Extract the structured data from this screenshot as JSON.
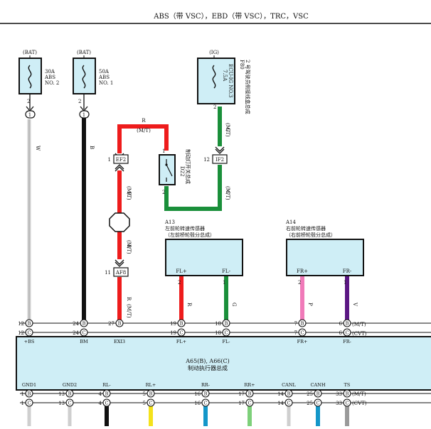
{
  "header": {
    "title": "ABS（带 VSC），EBD（带 VSC），TRC，VSC"
  },
  "fuses": {
    "abs2": {
      "source": "(BAT)",
      "rating": "30A",
      "name1": "ABS",
      "name2": "NO. 2",
      "pin": "2",
      "conn": "1"
    },
    "abs1": {
      "source": "(BAT)",
      "rating": "50A",
      "name1": "ABS",
      "name2": "NO. 1",
      "pin": "2",
      "conn": "1"
    },
    "ecu": {
      "source": "(IG)",
      "rating": "7.5A",
      "name": "ECU-IG NO.3",
      "pin": "2",
      "block_id": "F80",
      "block_name": "2 号驾驶员侧接线盒总成"
    }
  },
  "wire_colors": {
    "white": "W",
    "black": "B",
    "red": "R",
    "green": "G",
    "pink": "P",
    "violet": "V"
  },
  "variant_mt": "(M/T)",
  "variant_cvt": "(CVT)",
  "connectors": {
    "ef2": {
      "pin": "1",
      "id": "EF2"
    },
    "ef8": {
      "pin": "11",
      "id": "AF8"
    },
    "if2": {
      "pin": "12",
      "id": "IF2"
    }
  },
  "switch": {
    "id": "D22",
    "name": "制动灯开关总成",
    "pin_top": "1",
    "pin_bottom": "2"
  },
  "sensors": {
    "left": {
      "id": "A13",
      "name": "左前轮转速传感器",
      "sub": "（左前桥轮毂分总成）",
      "pin1_label": "FL+",
      "pin2_label": "FL-",
      "pin1": "2",
      "pin2": "1"
    },
    "right": {
      "id": "A14",
      "name": "右前轮转速传感器",
      "sub": "（右前桥轮毂分总成）",
      "pin1_label": "FR+",
      "pin2_label": "FR-",
      "pin1": "2",
      "pin2": "1"
    }
  },
  "actuator": {
    "name1": "A65(B), A66(C)",
    "name2": "制动执行器总成",
    "top_pins": [
      {
        "label": "+BS",
        "b": "12",
        "c": "12",
        "bl": "B",
        "cl": "C"
      },
      {
        "label": "BM",
        "b": "24",
        "c": "24",
        "bl": "B",
        "cl": "C"
      },
      {
        "label": "EXI3",
        "b": "27",
        "c": "",
        "bl": "B",
        "cl": ""
      },
      {
        "label": "FL+",
        "b": "19",
        "c": "19",
        "bl": "B",
        "cl": "C"
      },
      {
        "label": "FL-",
        "b": "18",
        "c": "18",
        "bl": "B",
        "cl": "C"
      },
      {
        "label": "FR+",
        "b": "7",
        "c": "7",
        "bl": "B",
        "cl": "C"
      },
      {
        "label": "FR-",
        "b": "6",
        "c": "6",
        "bl": "B",
        "cl": "C"
      }
    ],
    "bottom_pins": [
      {
        "label": "GND1",
        "b": "1",
        "c": "1",
        "bl": "B",
        "cl": "C"
      },
      {
        "label": "GND2",
        "b": "13",
        "c": "13",
        "bl": "B",
        "cl": "C"
      },
      {
        "label": "RL-",
        "b": "4",
        "c": "4",
        "bl": "B",
        "cl": "C"
      },
      {
        "label": "RL+",
        "b": "5",
        "c": "5",
        "bl": "B",
        "cl": "C"
      },
      {
        "label": "RR-",
        "b": "16",
        "c": "16",
        "bl": "B",
        "cl": "C"
      },
      {
        "label": "RR+",
        "b": "17",
        "c": "17",
        "bl": "B",
        "cl": "C"
      },
      {
        "label": "CANL",
        "b": "14",
        "c": "14",
        "bl": "B",
        "cl": "C"
      },
      {
        "label": "CANH",
        "b": "25",
        "c": "25",
        "bl": "B",
        "cl": "C"
      },
      {
        "label": "TS",
        "b": "33",
        "c": "33",
        "bl": "B",
        "cl": "C"
      }
    ]
  },
  "colors": {
    "white": "#cfcfcf",
    "black": "#111111",
    "red": "#ee1c1c",
    "green": "#1a8f3a",
    "pink": "#f07ab9",
    "violet": "#5b1783",
    "yellow": "#f4e21b",
    "blue": "#1497c9",
    "light_green": "#7ed07a",
    "gray": "#9a9a9a",
    "box_fill": "#cfeef6"
  }
}
